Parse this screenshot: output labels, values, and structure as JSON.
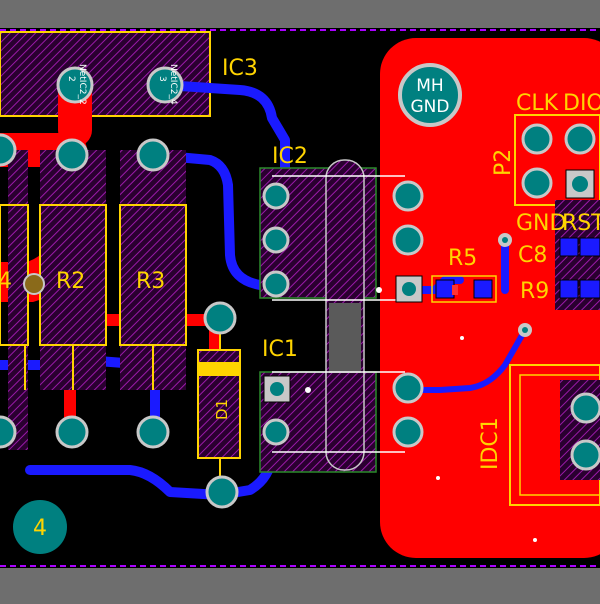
{
  "canvas": {
    "colors": {
      "background": "#6e6e6e",
      "board": "#000000",
      "copper_top": "#ff0000",
      "copper_bottom": "#0000ff",
      "silkscreen": "#ffff00",
      "pad_ring": "#c8c8c8",
      "pad_hole": "#008080",
      "pad_hatch": "#800080",
      "outline": "#aa00ff"
    }
  },
  "components": {
    "ic3": "IC3",
    "ic2": "IC2",
    "ic1": "IC1",
    "r2": "R2",
    "r3": "R3",
    "r4_partial": "4",
    "r5": "R5",
    "r9": "R9",
    "c8": "C8",
    "d1": "D1",
    "p2": "P2",
    "idc1": "IDC1"
  },
  "header_labels": {
    "clk": "CLK",
    "dio": "DIO",
    "gnd": "GND",
    "rst": "RST"
  },
  "pads": {
    "pin2_number": "2",
    "pin2_net": "NetIC2_2",
    "pin3_number": "3",
    "pin3_net": "NetIC2_4",
    "mounting_hole_line1": "MH",
    "mounting_hole_line2": "GND",
    "hole_4": "4"
  },
  "icons": [
    "mounting-hole-icon",
    "pad-icon",
    "via-icon"
  ]
}
